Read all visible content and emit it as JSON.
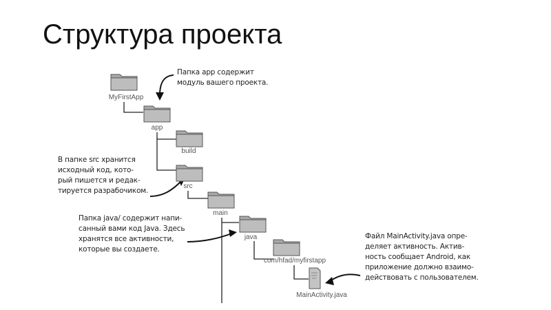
{
  "title": "Структура проекта",
  "tree": {
    "myfirstapp": "MyFirstApp",
    "app": "app",
    "build": "build",
    "src": "src",
    "main": "main",
    "java": "java",
    "package": "com/hfad/myfirstapp",
    "file": "MainActivity.java"
  },
  "notes": {
    "app": [
      "Папка app содержит",
      "модуль вашего проекта."
    ],
    "src": [
      "В папке src хранится",
      "исходный код, кото-",
      "рый пишется и редак-",
      "тируется разрабочиком."
    ],
    "java": [
      "Папка java/ содержит напи-",
      "санный вами код Java. Здесь",
      "хранятся все активности,",
      "которые вы создаете."
    ],
    "file": [
      "Файл MainActivity.java опре-",
      "деляет активность. Актив-",
      "ность сообщает Android, как",
      "приложение должно взаимо-",
      "действовать с пользователем."
    ]
  }
}
